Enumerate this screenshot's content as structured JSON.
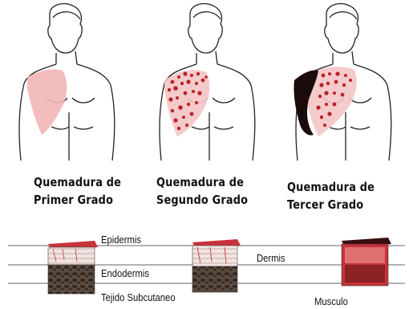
{
  "captions": [
    {
      "line1": "Quemadura de",
      "line2": "Primer Grado"
    },
    {
      "line1": "Quemadura de",
      "line2": "Segundo Grado"
    },
    {
      "line1": "Quemadura de",
      "line2": "Tercer Grado"
    }
  ],
  "layers": {
    "epidermis": "Epidermis",
    "endodermis": "Endodermis",
    "dermis": "Dermis",
    "subcutaneo": "Tejido Subcutaneo",
    "musculo": "Musculo"
  },
  "colors": {
    "first_degree_burn": "#f2b6b6",
    "second_degree_burn": "#b8242a",
    "third_degree_burn": "#1a0a0a",
    "tissue_red": "#c8323a"
  }
}
